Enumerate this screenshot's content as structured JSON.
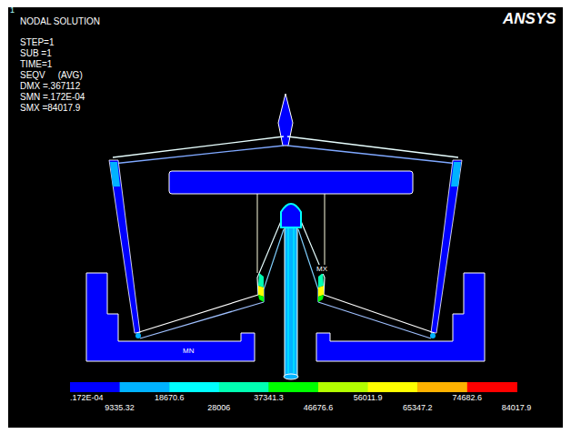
{
  "diagram": {
    "labels": [
      "1",
      "NODAL SOLUTION",
      "STEP=1",
      "SUB =1",
      "TIME=1",
      "SEQV     (AVG)",
      "DMX =.367112",
      "SMN =.172E-04",
      "SMX =84017.9",
      "ANSYS",
      "MX",
      "MN",
      "84017.9"
    ],
    "legend": [
      {
        "text": ".172E-04",
        "color": "#0000ff"
      },
      {
        "text": "9335.32",
        "color": "#00b2ff"
      },
      {
        "text": "18670.6",
        "color": "#00ffff"
      },
      {
        "text": "28006",
        "color": "#00ffb2"
      },
      {
        "text": "37341.3",
        "color": "#00ff00"
      },
      {
        "text": "46676.6",
        "color": "#b2ff00"
      },
      {
        "text": "56011.9",
        "color": "#ffff00"
      },
      {
        "text": "65347.2",
        "color": "#ffb200"
      },
      {
        "text": "74682.6",
        "color": "#ff0000"
      }
    ]
  }
}
